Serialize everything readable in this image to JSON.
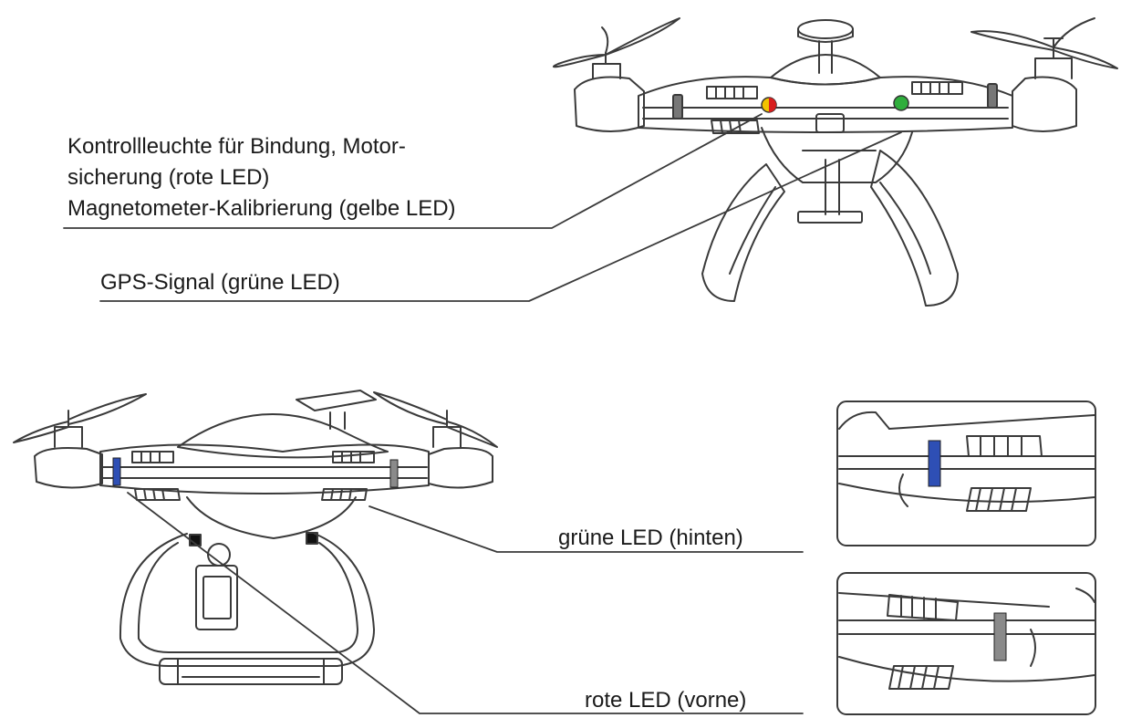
{
  "labels": {
    "binding_line1": "Kontrollleuchte für Bindung, Motor-",
    "binding_line2": "sicherung (rote LED)",
    "binding_line3": "Magnetometer-Kalibrierung (gelbe LED)",
    "gps": "GPS-Signal (grüne LED)",
    "green_rear": "grüne LED (hinten)",
    "red_front": "rote LED (vorne)"
  },
  "colors": {
    "line": "#3a3a3a",
    "led_red": "#d81e1e",
    "led_yellow": "#f2c200",
    "led_green": "#2fae3c",
    "led_blue": "#2e4fb5",
    "led_grey": "#8a8a8a"
  }
}
